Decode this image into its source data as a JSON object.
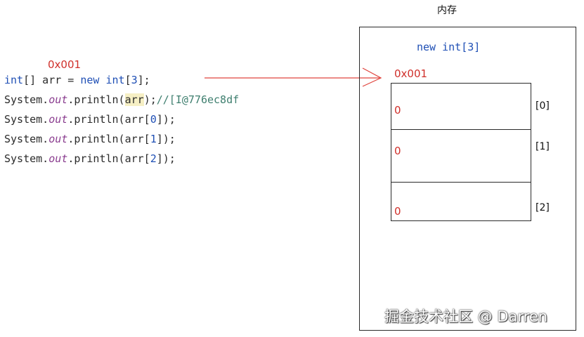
{
  "memory": {
    "title": "内存",
    "new_expr": "new int[3]",
    "address": "0x001",
    "cells": [
      {
        "index_label": "[0]",
        "value": "0"
      },
      {
        "index_label": "[1]",
        "value": "0"
      },
      {
        "index_label": "[2]",
        "value": "0"
      }
    ]
  },
  "code": {
    "reference_address": "0x001",
    "line1": {
      "t1": "int",
      "t2": "[] arr = ",
      "t3": "new",
      "t4": " ",
      "t5": "int",
      "t6": "[",
      "t7": "3",
      "t8": "];"
    },
    "line2": {
      "t1": "System.",
      "t2": "out",
      "t3": ".println(",
      "t4": "arr",
      "t5": ");",
      "t6": "//[I@776ec8df"
    },
    "line3": {
      "t1": "System.",
      "t2": "out",
      "t3": ".println(arr[",
      "t4": "0",
      "t5": "]);"
    },
    "line4": {
      "t1": "System.",
      "t2": "out",
      "t3": ".println(arr[",
      "t4": "1",
      "t5": "]);"
    },
    "line5": {
      "t1": "System.",
      "t2": "out",
      "t3": ".println(arr[",
      "t4": "2",
      "t5": "]);"
    }
  },
  "watermark": "掘金技术社区 @ Darren",
  "colors": {
    "address_red": "#d0302b",
    "keyword_blue": "#1f4fb5",
    "out_purple": "#8a3d8f",
    "comment_green": "#3f7f6f",
    "highlight": "#f6efc4",
    "arrow_red": "#e0443d"
  }
}
